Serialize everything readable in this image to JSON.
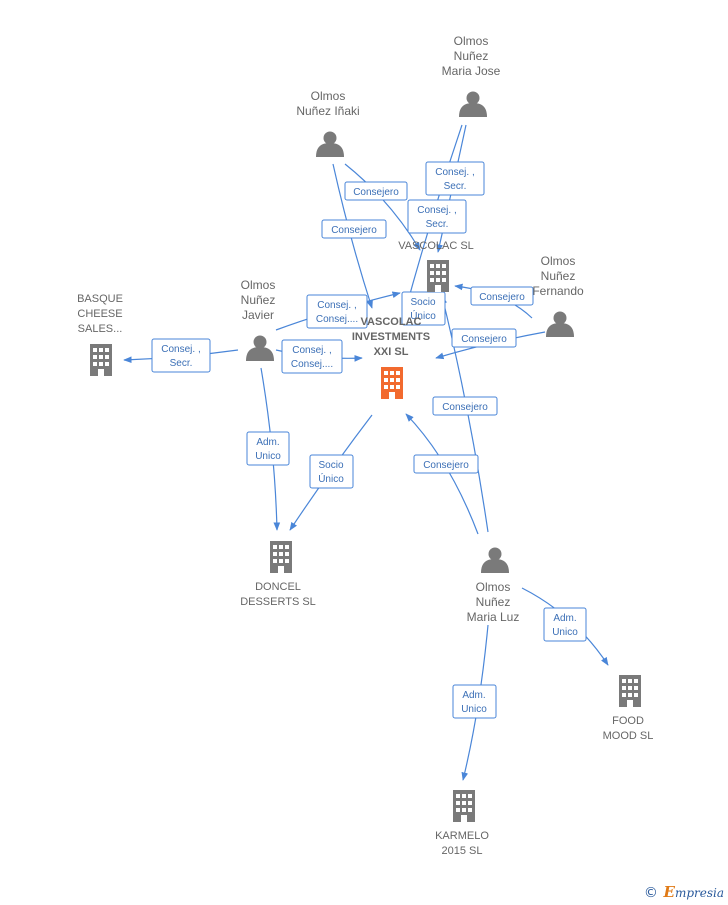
{
  "colors": {
    "edge": "#4a86d8",
    "icon_gray": "#7a7a7a",
    "icon_focus": "#f26a2e",
    "label_gray": "#666666"
  },
  "persons": [
    {
      "id": "olmos-nunez-maria-jose",
      "lines": [
        "Olmos",
        "Nuñez",
        "Maria Jose"
      ]
    },
    {
      "id": "olmos-nunez-inaki",
      "lines": [
        "Olmos",
        "Nuñez Iñaki"
      ]
    },
    {
      "id": "olmos-nunez-fernando",
      "lines": [
        "Olmos",
        "Nuñez",
        "Fernando"
      ]
    },
    {
      "id": "olmos-nunez-javier",
      "lines": [
        "Olmos",
        "Nuñez",
        "Javier"
      ]
    },
    {
      "id": "olmos-nunez-maria-luz",
      "lines": [
        "Olmos",
        "Nuñez",
        "Maria Luz"
      ]
    }
  ],
  "companies": [
    {
      "id": "vascolac-sl",
      "lines": [
        "VASCOLAC SL"
      ],
      "focus": false
    },
    {
      "id": "vascolac-investments",
      "lines": [
        "VASCOLAC",
        "INVESTMENTS",
        "XXI SL"
      ],
      "focus": true
    },
    {
      "id": "basque-cheese",
      "lines": [
        "BASQUE",
        "CHEESE",
        "SALES..."
      ],
      "focus": false
    },
    {
      "id": "doncel-desserts",
      "lines": [
        "DONCEL",
        "DESSERTS SL"
      ],
      "focus": false
    },
    {
      "id": "food-mood",
      "lines": [
        "FOOD",
        "MOOD SL"
      ],
      "focus": false
    },
    {
      "id": "karmelo-2015",
      "lines": [
        "KARMELO",
        "2015 SL"
      ],
      "focus": false
    }
  ],
  "edges": [
    {
      "id": "e1",
      "lines": [
        "Consej. ,",
        "Secr."
      ]
    },
    {
      "id": "e2",
      "lines": [
        "Consejero"
      ]
    },
    {
      "id": "e3",
      "lines": [
        "Consej. ,",
        "Secr."
      ]
    },
    {
      "id": "e4",
      "lines": [
        "Consejero"
      ]
    },
    {
      "id": "e5",
      "lines": [
        "Socio",
        "Único"
      ]
    },
    {
      "id": "e6",
      "lines": [
        "Consejero"
      ]
    },
    {
      "id": "e7",
      "lines": [
        "Consejero"
      ]
    },
    {
      "id": "e8",
      "lines": [
        "Consej. ,",
        "Consej...."
      ]
    },
    {
      "id": "e9",
      "lines": [
        "Consej. ,",
        "Consej...."
      ]
    },
    {
      "id": "e10",
      "lines": [
        "Consej. ,",
        "Secr."
      ]
    },
    {
      "id": "e11",
      "lines": [
        "Adm.",
        "Unico"
      ]
    },
    {
      "id": "e12",
      "lines": [
        "Socio",
        "Único"
      ]
    },
    {
      "id": "e13",
      "lines": [
        "Consejero"
      ]
    },
    {
      "id": "e14",
      "lines": [
        "Consejero"
      ]
    },
    {
      "id": "e15",
      "lines": [
        "Adm.",
        "Unico"
      ]
    },
    {
      "id": "e16",
      "lines": [
        "Adm.",
        "Unico"
      ]
    }
  ],
  "footer": {
    "copyright": "©",
    "brand_first": "E",
    "brand_rest": "mpresia"
  }
}
